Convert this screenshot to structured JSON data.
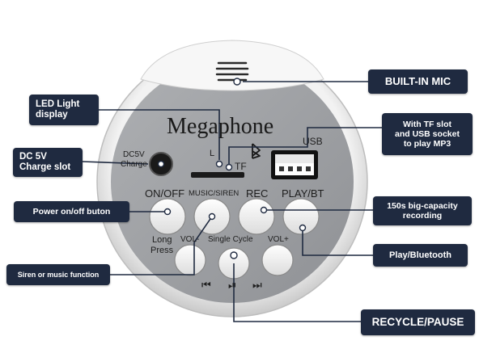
{
  "panel": {
    "brand": "Megaphone",
    "usb_label": "USB",
    "tf_label": "TF",
    "led_label": "L",
    "dc_label_line1": "DC5V",
    "dc_label_line2": "Charge",
    "btn_onoff_label": "ON/OFF",
    "btn_music_label": "MUSIC/SIREN",
    "btn_rec_label": "REC",
    "btn_play_label": "PLAY/BT",
    "long_press_line1": "Long",
    "long_press_line2": "Press",
    "vol_minus_label": "VOL-",
    "single_cycle_label": "Single Cycle",
    "vol_plus_label": "VOL+",
    "prev_symbol": "⏮",
    "playpause_symbol": "⏯",
    "next_symbol": "⏭"
  },
  "callouts": {
    "built_in_mic": "BUILT-IN MIC",
    "led_line1": "LED Light",
    "led_line2": "display",
    "dc_line1": "DC 5V",
    "dc_line2": "Charge slot",
    "power": "Power on/off buton",
    "siren": "Siren or music function",
    "tf_line1": "With TF slot",
    "tf_line2": "and USB socket",
    "tf_line3": "to play MP3",
    "rec_line1": "150s big-capacity",
    "rec_line2": "recording",
    "play_bt": "Play/Bluetooth",
    "recycle": "RECYCLE/PAUSE"
  },
  "colors": {
    "callout_bg": "#1f2a40",
    "callout_text": "#ffffff",
    "panel_gray": "#9d9fa3",
    "rim": "#e2e2e2",
    "button_white": "#f4f4f4"
  },
  "icons": {
    "bluetooth": "bluetooth-icon",
    "mic_grille": "mic-grille-icon"
  }
}
